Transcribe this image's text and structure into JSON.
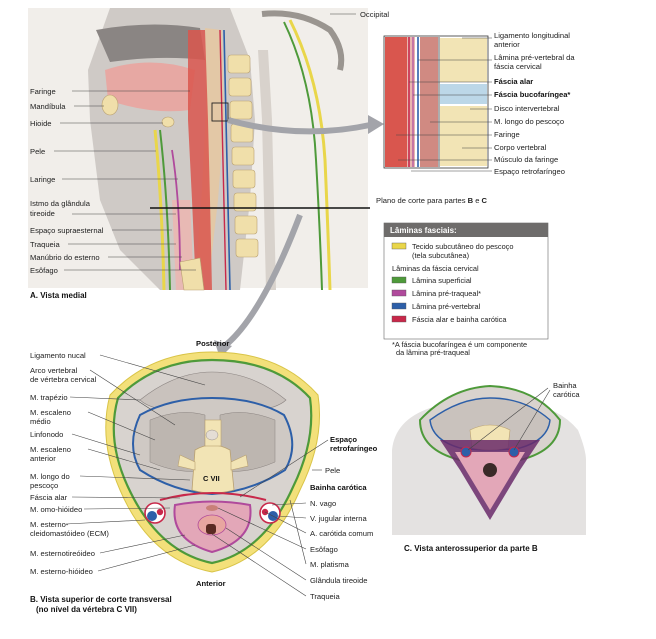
{
  "panelA": {
    "caption": "A. Vista medial",
    "labels": {
      "occipital": "Occipital",
      "faringe": "Faringe",
      "mandibula": "Mandíbula",
      "hioide": "Hioide",
      "pele": "Pele",
      "laringe": "Laringe",
      "istmo1": "Istmo da glândula",
      "istmo2": "tireoide",
      "espaco_supra": "Espaço supraesternal",
      "traqueia": "Traqueia",
      "manubrio": "Manúbrio do esterno",
      "esofago": "Esôfago",
      "plano": "Plano de corte para partes ",
      "plano_b": "B",
      "plano_e": " e ",
      "plano_c": "C"
    },
    "inset_labels": [
      "Ligamento longitudinal",
      "anterior",
      "Lâmina pré-vertebral da",
      "fáscia cervical",
      "Fáscia alar",
      "Fáscia bucofaríngea*",
      "Disco intervertebral",
      "M. longo do pescoço",
      "Faringe",
      "Corpo vertebral",
      "Músculo da faringe",
      "Espaço retrofaríngeo"
    ]
  },
  "legend": {
    "title": "Lâminas fasciais:",
    "subcut1": "Tecido subcutâneo do pescoço",
    "subcut2": "(tela subcutânea)",
    "group": "Lâminas da fáscia cervical",
    "items": [
      {
        "label": "Lâmina superficial",
        "color": "#4e9a3a"
      },
      {
        "label": "Lâmina pré-traqueal*",
        "color": "#b04a9c"
      },
      {
        "label": "Lâmina pré-vertebral",
        "color": "#2d5fa8"
      },
      {
        "label": "Fáscia alar e bainha carótica",
        "color": "#c8284a"
      }
    ],
    "subcut_color": "#e9d64a",
    "note1": "*A fáscia bucofaríngea é um componente",
    "note2": "da lâmina pré-traqueal"
  },
  "panelB": {
    "posterior": "Posterior",
    "anterior": "Anterior",
    "vertebra": "C VII",
    "caption1": "B. Vista superior de corte transversal",
    "caption2": "(no nível da vértebra C VII)",
    "left_labels": [
      "Ligamento nucal",
      "Arco vertebral",
      "de vértebra cervical",
      "M. trapézio",
      "M. escaleno",
      "médio",
      "Linfonodo",
      "M. escaleno",
      "anterior",
      "M. longo do",
      "pescoço",
      "Fáscia alar",
      "M. omo-hióideo",
      "M. esterno-",
      "cleidomastóideo (ECM)",
      "M. esternotireóideo",
      "M. esterno-hióideo"
    ],
    "right_labels": {
      "espaco1": "Espaço",
      "espaco2": "retrofaríngeo",
      "pele": "Pele",
      "bainha": "Bainha carótica",
      "vago": "N. vago",
      "jugular": "V. jugular interna",
      "carotida": "A. carótida comum",
      "esofago": "Esôfago",
      "platisma": "M. platisma",
      "tireoide": "Glândula tireoide",
      "traqueia": "Traqueia"
    }
  },
  "panelC": {
    "caption": "C. Vista anterossuperior da parte B",
    "bainha1": "Bainha",
    "bainha2": "carótica"
  }
}
